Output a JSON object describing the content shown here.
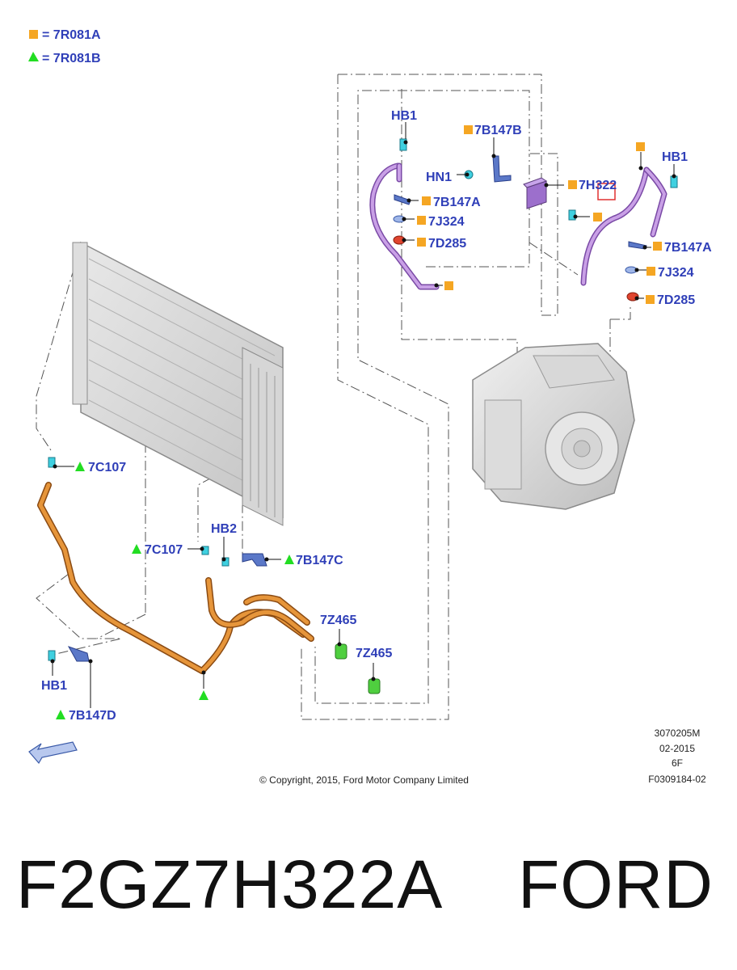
{
  "legend": [
    {
      "symbol": "square",
      "text": "= 7R081A"
    },
    {
      "symbol": "triangle",
      "text": "= 7R081B"
    }
  ],
  "labels": {
    "hb1_top_left": "HB1",
    "b147b": "7B147B",
    "hn1": "HN1",
    "h322": "7H322",
    "b147a_left": "7B147A",
    "j324_left": "7J324",
    "d285_left": "7D285",
    "hb1_top_right": "HB1",
    "b147a_right": "7B147A",
    "j324_right": "7J324",
    "d285_right": "7D285",
    "c107_upper": "7C107",
    "c107_lower": "7C107",
    "hb2": "HB2",
    "b147c": "7B147C",
    "z465_a": "7Z465",
    "z465_b": "7Z465",
    "hb1_bottom": "HB1",
    "b147d": "7B147D"
  },
  "info_block": [
    "3070205M",
    "02-2015",
    "6F",
    "F0309184-02"
  ],
  "copyright": "© Copyright, 2015, Ford Motor Company Limited",
  "part_number_line": "F2GZ7H322A    FORD",
  "colors": {
    "label_blue": "#2f3fb8",
    "square_marker": "#f5a623",
    "triangle_marker": "#22dd22",
    "orange_pipe": "#d9831f",
    "purple_pipe": "#b385d6",
    "highlight_box": "#e03030"
  }
}
